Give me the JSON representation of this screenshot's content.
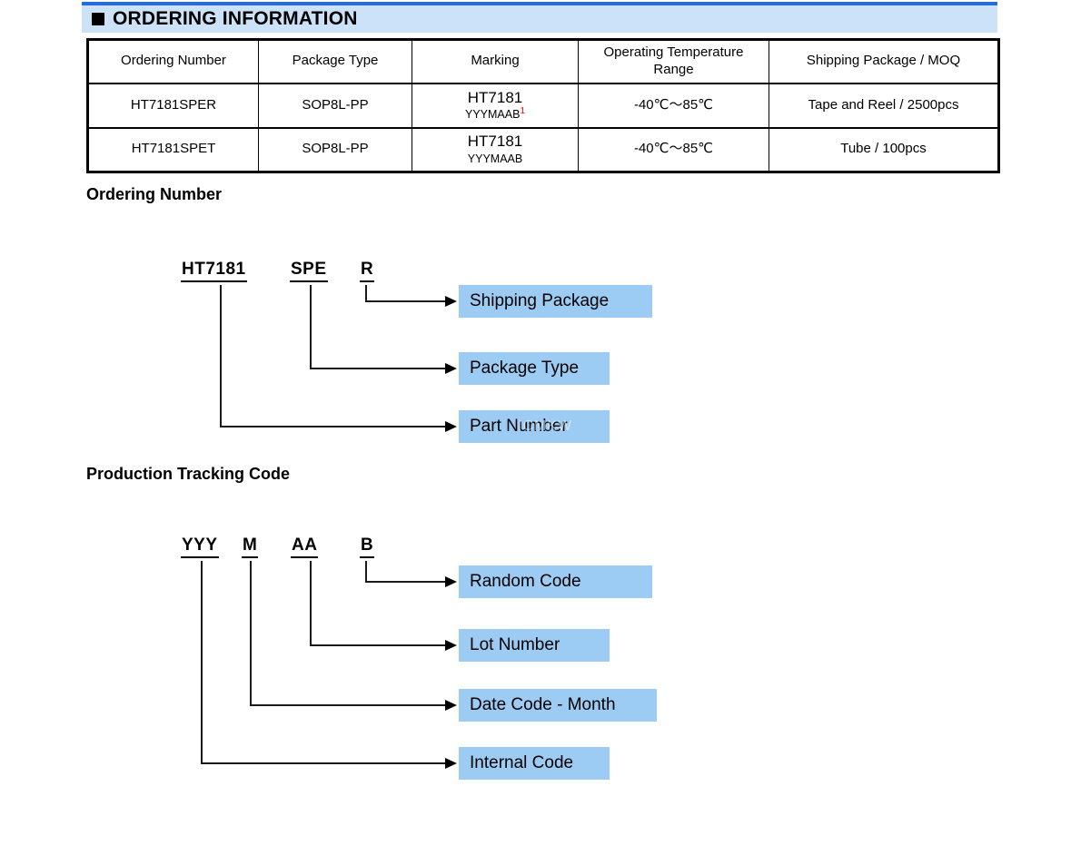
{
  "page": {
    "watermark": "ICMKW"
  },
  "section_header": {
    "title": "ORDERING INFORMATION",
    "bullet_icon": "black-square",
    "bar_background": "#cce2f8",
    "bar_top_line_color": "#2a6bda"
  },
  "table": {
    "headers": [
      "Ordering Number",
      "Package Type",
      "Marking",
      "Operating Temperature Range",
      "Shipping Package / MOQ"
    ],
    "rows": [
      {
        "ordering_number": "HT7181SPER",
        "package_type": "SOP8L-PP",
        "marking_line1": "HT7181",
        "marking_line2": "YYYMAAB",
        "marking_superscript": "1",
        "temp_range": "-40℃～85℃",
        "shipping": "Tape and Reel / 2500pcs"
      },
      {
        "ordering_number": "HT7181SPET",
        "package_type": "SOP8L-PP",
        "marking_line1": "HT7181",
        "marking_line2": "YYYMAAB",
        "marking_superscript": "",
        "temp_range": "-40℃～85℃",
        "shipping": "Tube / 100pcs"
      }
    ]
  },
  "ordering_diagram": {
    "heading": "Ordering Number",
    "parts": [
      "HT7181",
      "SPE",
      "R"
    ],
    "labels": [
      "Shipping Package",
      "Package Type",
      "Part Number"
    ]
  },
  "tracking_diagram": {
    "heading": "Production Tracking Code",
    "parts": [
      "YYY",
      "M",
      "AA",
      "B"
    ],
    "labels": [
      "Random Code",
      "Lot Number",
      "Date Code - Month",
      "Internal Code"
    ]
  },
  "colors": {
    "label_box_background": "#9ccbf3",
    "superscript_red": "#ff0000",
    "line_color": "#000000"
  }
}
